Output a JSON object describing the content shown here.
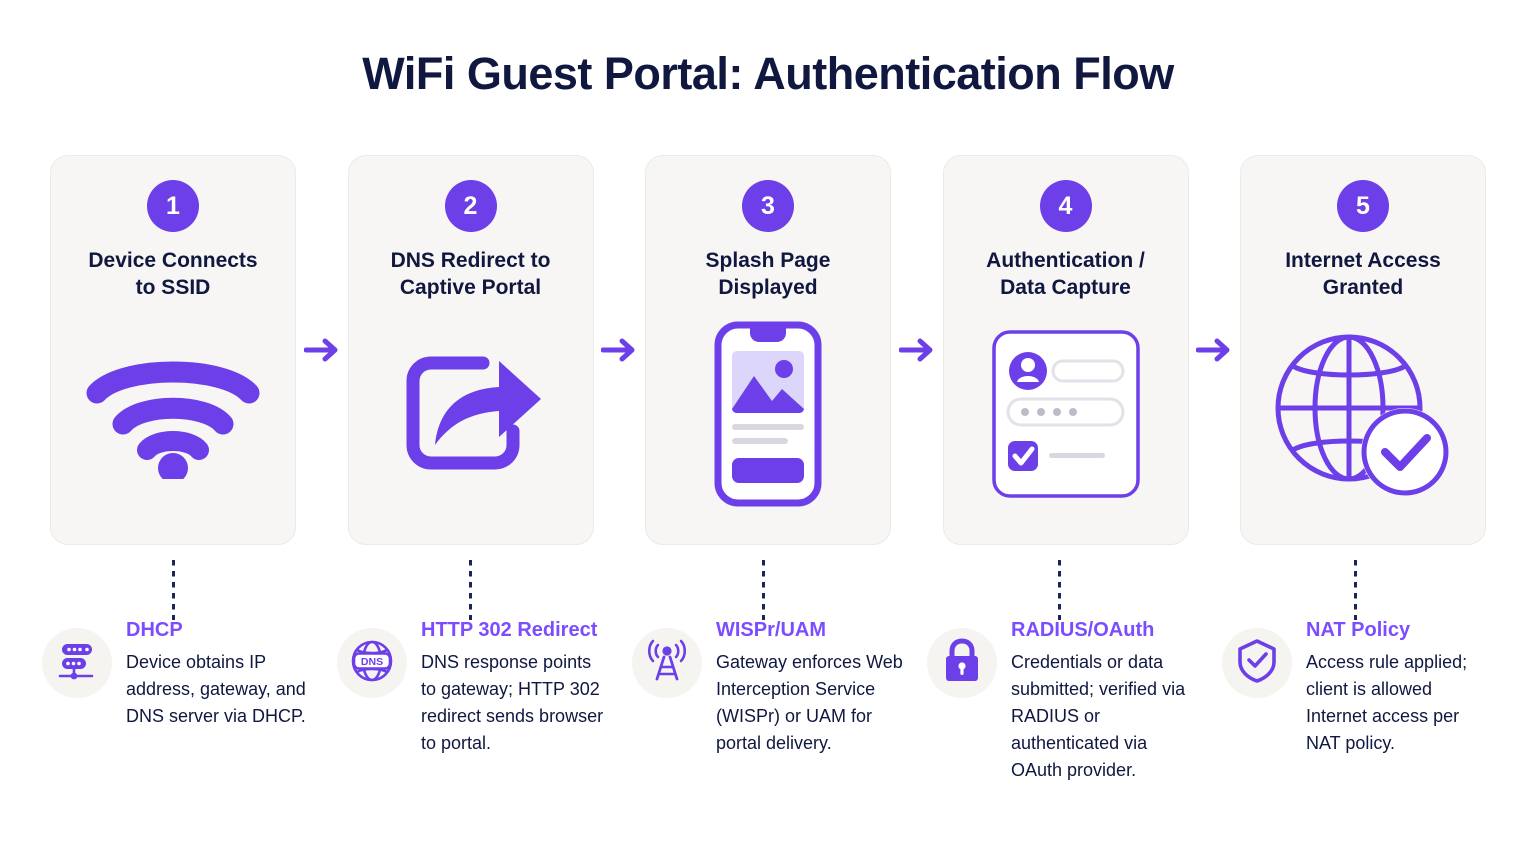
{
  "page": {
    "title": "WiFi Guest Portal: Authentication Flow",
    "accent_purple": "#6C3FE8",
    "title_navy": "#101840",
    "detail_heading_purple": "#7C4DFF",
    "card_background": "#F7F6F4",
    "connector_color": "#1B2559"
  },
  "arrow_label": "flow-arrow",
  "steps": [
    {
      "number": "1",
      "title": "Device Connects\nto SSID",
      "icon": "wifi-icon"
    },
    {
      "number": "2",
      "title": "DNS Redirect to\nCaptive Portal",
      "icon": "external-redirect-icon"
    },
    {
      "number": "3",
      "title": "Splash Page\nDisplayed",
      "icon": "smartphone-splash-icon"
    },
    {
      "number": "4",
      "title": "Authentication /\nData Capture",
      "icon": "login-form-icon"
    },
    {
      "number": "5",
      "title": "Internet Access\nGranted",
      "icon": "globe-check-icon"
    }
  ],
  "details": [
    {
      "title": "DHCP",
      "body": "Device obtains IP address, gateway, and DNS server via DHCP.",
      "icon": "server-network-icon"
    },
    {
      "title": "HTTP 302 Redirect",
      "body": "DNS response points to gateway; HTTP 302 redirect sends browser to portal.",
      "icon": "dns-globe-icon",
      "icon_text": "DNS"
    },
    {
      "title": "WISPr/UAM",
      "body": "Gateway enforces Web Interception Service (WISPr) or UAM for portal delivery.",
      "icon": "broadcast-tower-icon"
    },
    {
      "title": "RADIUS/OAuth",
      "body": "Credentials or data submitted; verified via RADIUS or authenticated via OAuth provider.",
      "icon": "padlock-icon"
    },
    {
      "title": "NAT Policy",
      "body": "Access rule applied; client is allowed Internet access per NAT policy.",
      "icon": "shield-check-icon"
    }
  ]
}
